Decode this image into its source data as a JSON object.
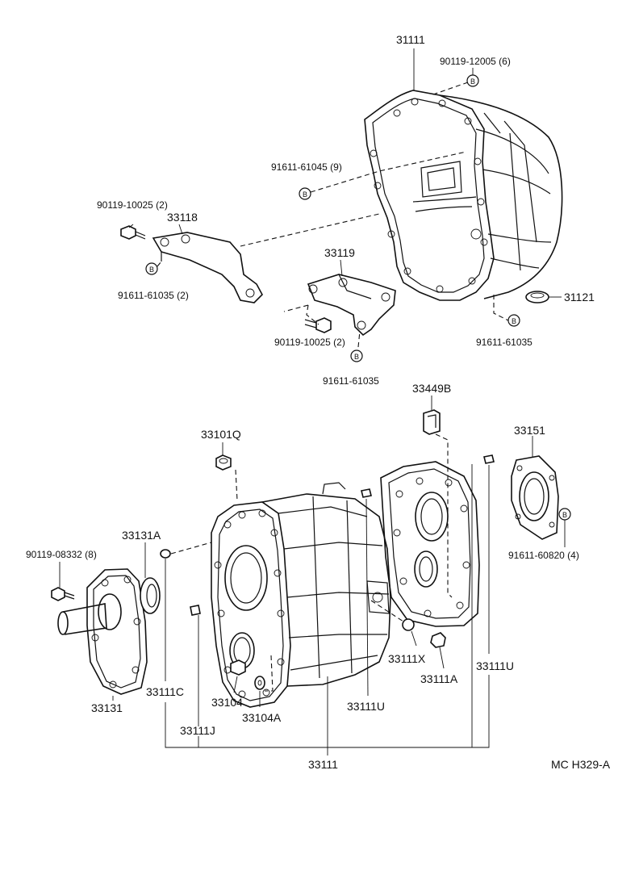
{
  "drawing_code": "MC H329-A",
  "callouts": {
    "bell_housing": "31111",
    "bolt_bell_top": "90119-12005 (6)",
    "bolt_bell_left": "91611-61045 (9)",
    "bolt_bracket_a": "90119-10025 (2)",
    "bracket_a": "33118",
    "bolt_bracket_a_lower": "91611-61035 (2)",
    "bracket_b": "33119",
    "bolt_bracket_b": "90119-10025 (2)",
    "bolt_bracket_b_lower": "91611-61035",
    "bolt_bell_right": "91611-61035",
    "plug": "31121",
    "clip": "33449B",
    "breather": "33101Q",
    "retainer_gasket": "33151",
    "bolt_retainer": "91611-60820 (4)",
    "oil_seal": "33131A",
    "bolt_front_cover": "90119-08332 (8)",
    "front_cover": "33131",
    "case_assy": "33111",
    "pin_c": "33111C",
    "plug_33104": "33104",
    "pin_j": "33111J",
    "gasket_33104a": "33104A",
    "pin_u_center": "33111U",
    "pin_x": "33111X",
    "plug_a": "33111A",
    "pin_u_right": "33111U"
  }
}
